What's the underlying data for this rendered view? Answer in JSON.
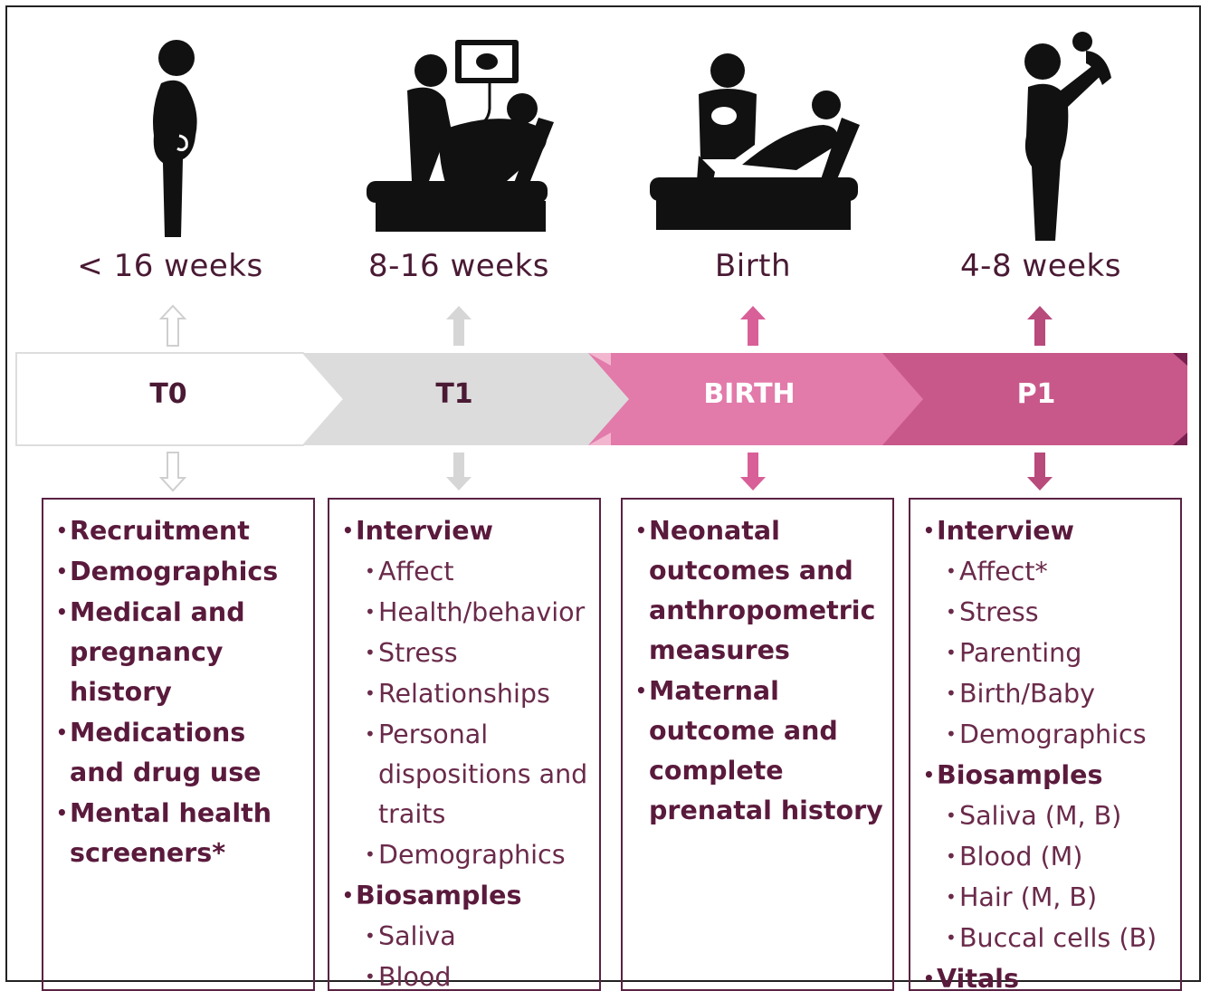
{
  "stages": [
    {
      "time_label": "< 16 weeks",
      "band_label": "T0",
      "color": "#ffffff",
      "text_color": "#4a1a34",
      "arrow_color": "#ffffff"
    },
    {
      "time_label": "8-16 weeks",
      "band_label": "T1",
      "color": "#dcdcdc",
      "text_color": "#4a1a34",
      "arrow_color": "#d6d6d6"
    },
    {
      "time_label": "Birth",
      "band_label": "BIRTH",
      "color": "#e27aaa",
      "text_color": "#ffffff",
      "arrow_color": "#d95f98"
    },
    {
      "time_label": "4-8 weeks",
      "band_label": "P1",
      "color": "#c8588a",
      "text_color": "#ffffff",
      "arrow_color": "#b84a7c"
    }
  ],
  "boxes": [
    {
      "items": [
        {
          "text": "Recruitment",
          "level": 0
        },
        {
          "text": "Demographics",
          "level": 0
        },
        {
          "text": "Medical and pregnancy history",
          "level": 0
        },
        {
          "text": "Medications and drug use",
          "level": 0
        },
        {
          "text": "Mental health screeners*",
          "level": 0
        }
      ]
    },
    {
      "items": [
        {
          "text": "Interview",
          "level": 0
        },
        {
          "text": "Affect",
          "level": 1
        },
        {
          "text": "Health/behavior",
          "level": 1
        },
        {
          "text": "Stress",
          "level": 1
        },
        {
          "text": "Relationships",
          "level": 1
        },
        {
          "text": "Personal dispositions and traits",
          "level": 1
        },
        {
          "text": "Demographics",
          "level": 1
        },
        {
          "text": "Biosamples",
          "level": 0
        },
        {
          "text": "Saliva",
          "level": 1
        },
        {
          "text": "Blood",
          "level": 1
        }
      ]
    },
    {
      "items": [
        {
          "text": "Neonatal outcomes and anthropometric measures",
          "level": 0
        },
        {
          "text": "Maternal outcome and complete prenatal history",
          "level": 0
        }
      ]
    },
    {
      "items": [
        {
          "text": "Interview",
          "level": 0
        },
        {
          "text": "Affect*",
          "level": 1
        },
        {
          "text": "Stress",
          "level": 1
        },
        {
          "text": "Parenting",
          "level": 1
        },
        {
          "text": "Birth/Baby",
          "level": 1
        },
        {
          "text": "Demographics",
          "level": 1
        },
        {
          "text": "Biosamples",
          "level": 0
        },
        {
          "text": "Saliva (M, B)",
          "level": 1
        },
        {
          "text": "Blood (M)",
          "level": 1
        },
        {
          "text": "Hair (M, B)",
          "level": 1
        },
        {
          "text": "Buccal cells (B)",
          "level": 1
        },
        {
          "text": "Vitals",
          "level": 0
        }
      ]
    }
  ],
  "icons": [
    "pregnant-woman-icon",
    "ultrasound-exam-icon",
    "birth-delivery-icon",
    "parent-holding-baby-icon"
  ]
}
